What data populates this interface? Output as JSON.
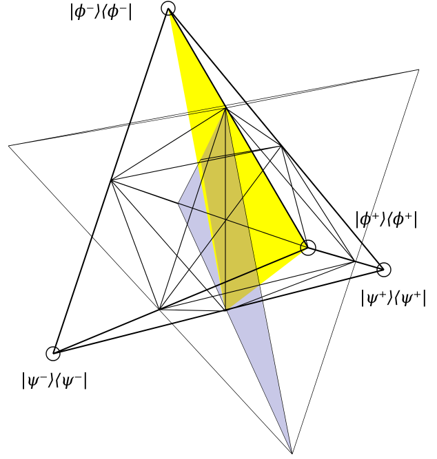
{
  "vertices": [
    {
      "id": "phi-minus",
      "label": "|ϕ⁻⟩⟨ϕ⁻|"
    },
    {
      "id": "phi-plus",
      "label": "|ϕ⁺⟩⟨ϕ⁺|"
    },
    {
      "id": "psi-plus",
      "label": "|ψ⁺⟩⟨ψ⁺|"
    },
    {
      "id": "psi-minus",
      "label": "|ψ⁻⟩⟨ψ⁻|"
    }
  ],
  "colors": {
    "line": "#000000",
    "yellow_plane": "#ffff00",
    "lavender_plane": "#b8b8e0",
    "background": "#ffffff"
  }
}
